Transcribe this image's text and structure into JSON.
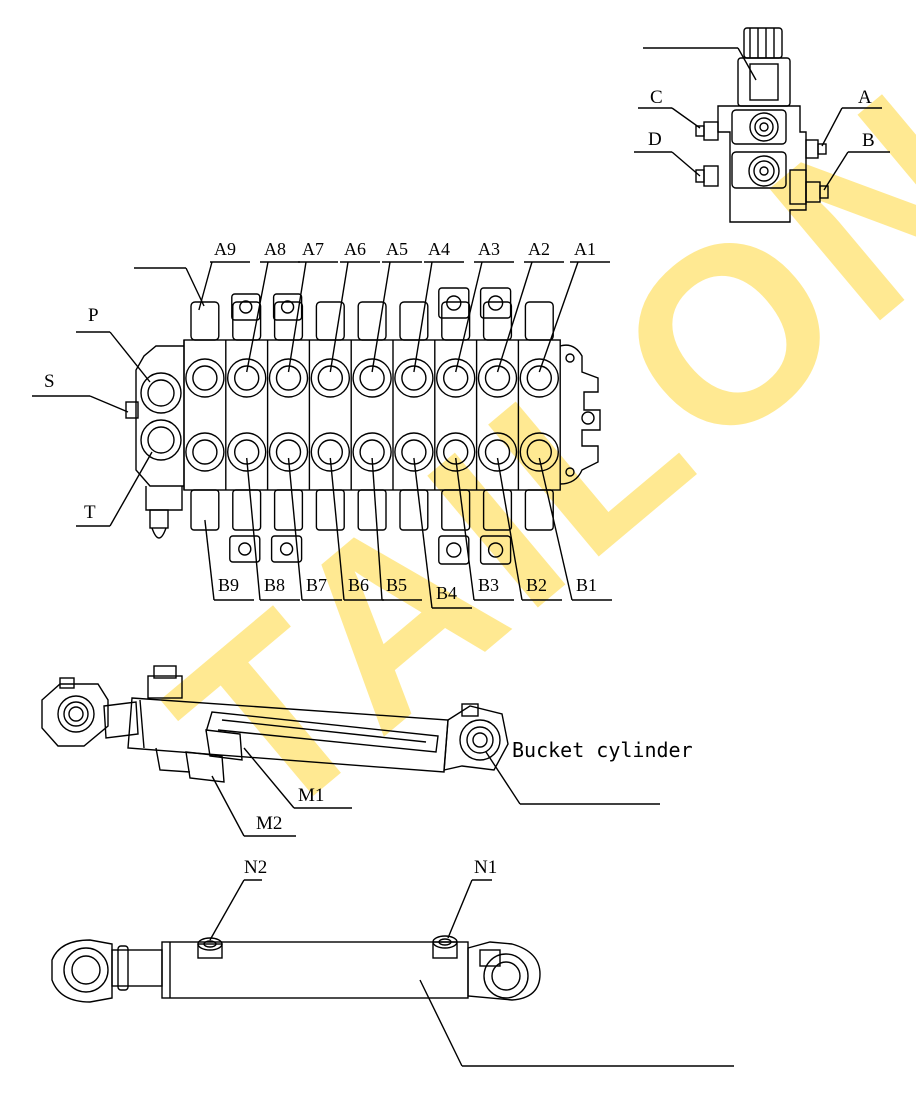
{
  "watermark": "TAILONG",
  "colors": {
    "line": "#000000",
    "watermark": "#FFE680"
  },
  "valve": {
    "a_ports": [
      "A9",
      "A8",
      "A7",
      "A6",
      "A5",
      "A4",
      "A3",
      "A2",
      "A1"
    ],
    "b_ports": [
      "B9",
      "B8",
      "B7",
      "B6",
      "B5",
      "B4",
      "B3",
      "B2",
      "B1"
    ],
    "side_labels": {
      "p": "P",
      "s": "S",
      "t": "T"
    }
  },
  "solenoid": {
    "labels": {
      "c": "C",
      "d": "D",
      "a": "A",
      "b": "B"
    }
  },
  "bucket": {
    "caption": "Bucket cylinder",
    "m1": "M1",
    "m2": "M2"
  },
  "lift": {
    "n1": "N1",
    "n2": "N2"
  }
}
